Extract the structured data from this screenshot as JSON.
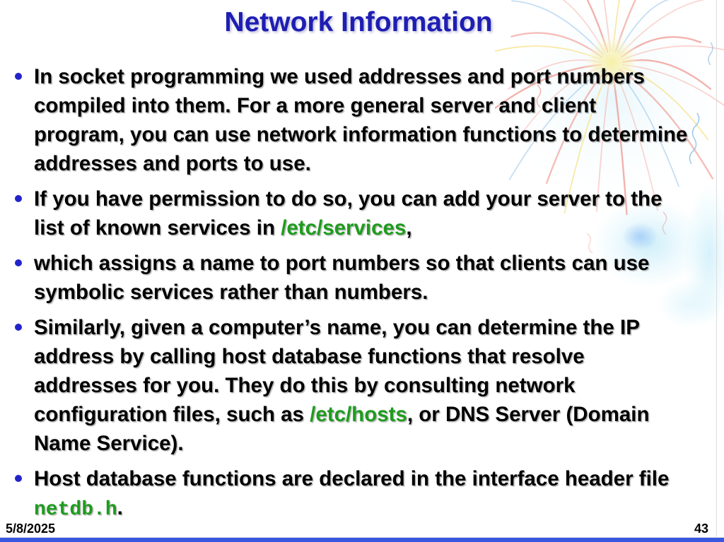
{
  "title": "Network Information",
  "bullets": [
    {
      "segments": [
        {
          "t": "In socket programming we used addresses and port numbers compiled into them. For a more general server and client program, you can use network information functions to determine addresses and ports to use.",
          "s": "normal"
        }
      ]
    },
    {
      "segments": [
        {
          "t": "If you have permission to do so, you can add your server to the list of known services in ",
          "s": "normal"
        },
        {
          "t": "/etc/services",
          "s": "path"
        },
        {
          "t": ",",
          "s": "normal"
        }
      ]
    },
    {
      "segments": [
        {
          "t": "which assigns a name to port numbers so that clients can use symbolic services rather than numbers.",
          "s": "normal"
        }
      ]
    },
    {
      "segments": [
        {
          "t": "Similarly, given a computer’s name, you can determine the IP address by calling host database functions that resolve addresses for you. They do this by consulting network configuration files, such as ",
          "s": "normal"
        },
        {
          "t": "/etc/hosts",
          "s": "path"
        },
        {
          "t": ", or DNS Server (Domain Name Service).",
          "s": "normal"
        }
      ]
    },
    {
      "segments": [
        {
          "t": "Host database functions are declared in the interface header file ",
          "s": "normal"
        },
        {
          "t": "netdb.h",
          "s": "code"
        },
        {
          "t": ".",
          "s": "normal"
        }
      ]
    }
  ],
  "footer": {
    "date": "5/8/2025",
    "page_number": "43"
  },
  "colors": {
    "title": "#1e1eb4",
    "bullet": "#2323cc",
    "path_green": "#1e9c1e",
    "code_green": "#1e9c1e",
    "bottom_bar": "#3a57e0"
  },
  "decorations": [
    "fireworks-burst-top-right",
    "soft-blue-blob",
    "right-edge-blue-wash"
  ]
}
